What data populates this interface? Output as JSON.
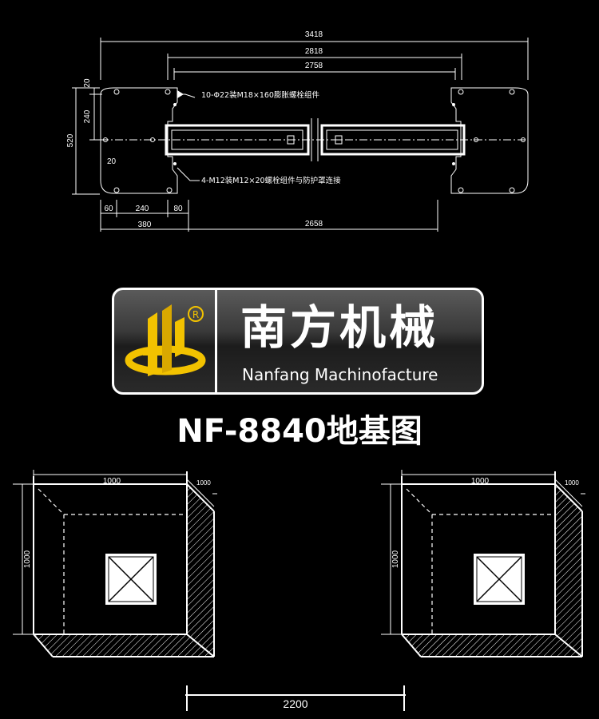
{
  "plan_view": {
    "dims": {
      "overall": "3418",
      "outer_span": "2818",
      "inner_span": "2758",
      "depth": "520",
      "top_offset": "20",
      "post_spacing": "240",
      "bottom_offset": "20",
      "foot_left": "60",
      "foot_mid": "240",
      "foot_right": "80",
      "foot_total": "380",
      "centre_span": "2658"
    },
    "notes": {
      "anchor_bolts": "10-Φ22装M18×160膨胀螺栓组件",
      "cover_bolts": "4-M12装M12×20螺栓组件与防护罩连接"
    }
  },
  "logo": {
    "chinese_name": "南方机械",
    "english_name": "Nanfang Machinofacture",
    "registered_mark": "R",
    "accent_color": "#f2c200"
  },
  "title": "NF-8840地基图",
  "foundation": {
    "left": {
      "width": "1000",
      "depth": "1000",
      "height": "1000"
    },
    "right": {
      "width": "1000",
      "depth": "1000",
      "height": "1000"
    },
    "spacing": "2200"
  }
}
